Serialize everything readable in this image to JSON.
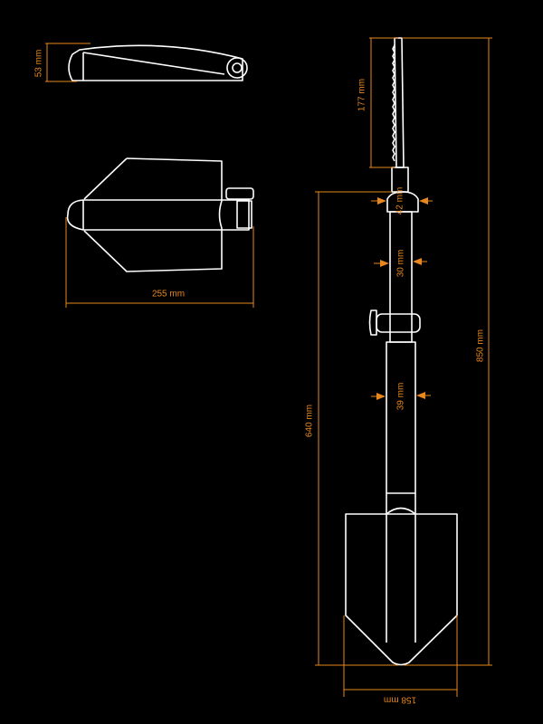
{
  "dimensions": {
    "folded_height": "53 mm",
    "folded_length": "255 mm",
    "saw_length": "177 mm",
    "collar_diameter": "42 mm",
    "upper_shaft_diameter": "30 mm",
    "lower_shaft_diameter": "39 mm",
    "total_length": "850 mm",
    "shovel_length": "640 mm",
    "blade_width": "158 mm"
  },
  "colors": {
    "background": "#000000",
    "outline": "#ffffff",
    "dimension": "#e8871e"
  }
}
